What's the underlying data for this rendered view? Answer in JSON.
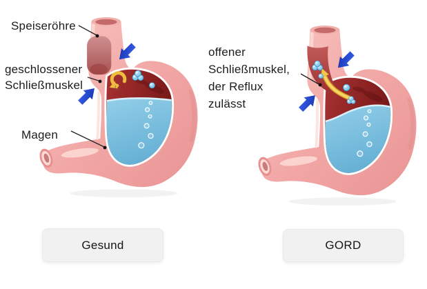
{
  "title": "Gesund vs GORD Magen-Diagramm",
  "colors": {
    "background": "#ffffff",
    "stomach_pink": "#f0a4a2",
    "stomach_highlight": "#fbd9d4",
    "interior_red": "#8a1f1f",
    "esophagus_lumen_red": "#b45757",
    "liquid_blue": "#79c2e2",
    "pressure_arrow_blue": "#1f45cf",
    "indicator_yellow": "#edbe3e",
    "leader_line": "#222222",
    "button_bg": "#f1f1f2",
    "text": "#1c1c1c"
  },
  "left_panel": {
    "labels": {
      "esophagus": "Speiseröhre",
      "sphincter": "geschlossener\nSchließmuskel",
      "stomach": "Magen"
    },
    "caption": "Gesund"
  },
  "right_panel": {
    "labels": {
      "sphincter": "offener\nSchließmuskel,\nder Reflux\nzulässt"
    },
    "caption": "GORD"
  },
  "icons": {
    "pressure_arrow": "thick blue arrow pressing toward sphincter",
    "closed_sphincter_loop": "yellow circular arrow (sphincter stays closed)",
    "reflux_arrow": "yellow curved arrow rising into esophagus",
    "acid_bubble": "blue gas bubble",
    "leader_dot": "black leader line with end dot"
  }
}
